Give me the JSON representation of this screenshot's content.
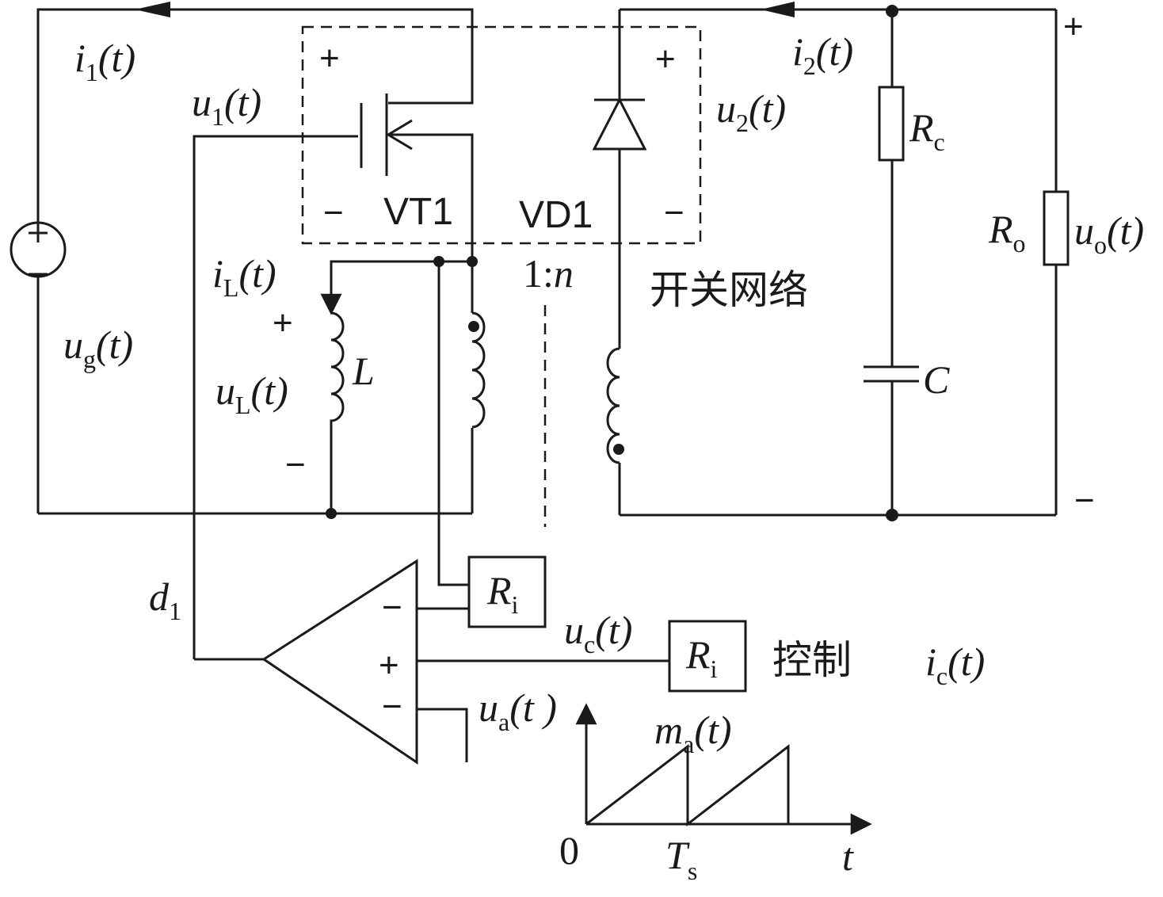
{
  "labels": {
    "i1": {
      "main": "i",
      "sub": "1",
      "tail": "(t)"
    },
    "u1": {
      "main": "u",
      "sub": "1",
      "tail": "(t)"
    },
    "ug": {
      "main": "u",
      "sub": "g",
      "tail": "(t)"
    },
    "iL": {
      "main": "i",
      "sub": "L",
      "tail": "(t)"
    },
    "uL": {
      "main": "u",
      "sub": "L",
      "tail": "(t)"
    },
    "L": "L",
    "VT1": "VT1",
    "VD1": "VD1",
    "ratio": {
      "a": "1:",
      "b": "n"
    },
    "i2": {
      "main": "i",
      "sub": "2",
      "tail": "(t)"
    },
    "u2": {
      "main": "u",
      "sub": "2",
      "tail": "(t)"
    },
    "Rc": {
      "main": "R",
      "sub": "c"
    },
    "Ro": {
      "main": "R",
      "sub": "o"
    },
    "uo": {
      "main": "u",
      "sub": "o",
      "tail": "(t)"
    },
    "C": "C",
    "switch_network": "开关网络",
    "d1": {
      "main": "d",
      "sub": "1"
    },
    "Ri_top": {
      "main": "R",
      "sub": "i"
    },
    "Ri_ctrl": {
      "main": "R",
      "sub": "i"
    },
    "uc": {
      "main": "u",
      "sub": "c",
      "tail": "(t)"
    },
    "control": "控制",
    "ic": {
      "main": "i",
      "sub": "c",
      "tail": "(t)"
    },
    "ua": {
      "main": "u",
      "sub": "a",
      "tail": "(t )"
    },
    "ma": {
      "main": "m",
      "sub": "a",
      "tail": "(t)"
    },
    "origin": "0",
    "Ts": {
      "main": "T",
      "sub": "s"
    },
    "t_axis": "t"
  },
  "signs": {
    "plus": "+",
    "minus": "−",
    "opamp_minus": "−",
    "opamp_plus": "+",
    "source_plus": "+",
    "source_minus": "−"
  }
}
